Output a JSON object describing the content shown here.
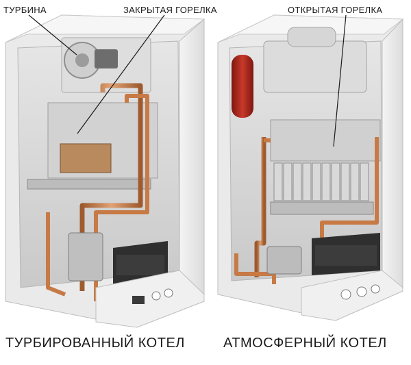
{
  "left_boiler": {
    "caption": "ТУРБИРОВАННЫЙ КОТЕЛ",
    "labels": {
      "turbine": "ТУРБИНА",
      "closed_burner": "ЗАКРЫТАЯ ГОРЕЛКА"
    }
  },
  "right_boiler": {
    "caption": "АТМОСФЕРНЫЙ КОТЕЛ",
    "labels": {
      "open_burner": "ОТКРЫТАЯ ГОРЕЛКА"
    }
  },
  "colors": {
    "casing": "#ececec",
    "casing_shadow": "#cfcfcf",
    "interior": "#d8d8d8",
    "copper_pipe": "#c77a45",
    "burner_glow": "#b98a5e",
    "expansion_tank": "#b02a1e",
    "control_panel": "#2a2a2a"
  }
}
